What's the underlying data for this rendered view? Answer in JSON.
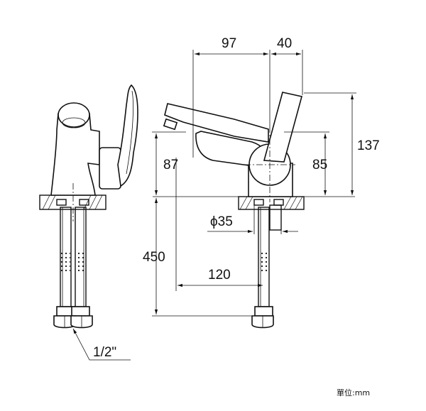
{
  "dimensions": {
    "width_97": "97",
    "width_40": "40",
    "height_137": "137",
    "height_85": "85",
    "height_87": "87",
    "diameter_35": "ϕ35",
    "height_450": "450",
    "offset_120": "120",
    "thread_half_inch": "1/2\""
  },
  "unit_note": "單位:mm"
}
